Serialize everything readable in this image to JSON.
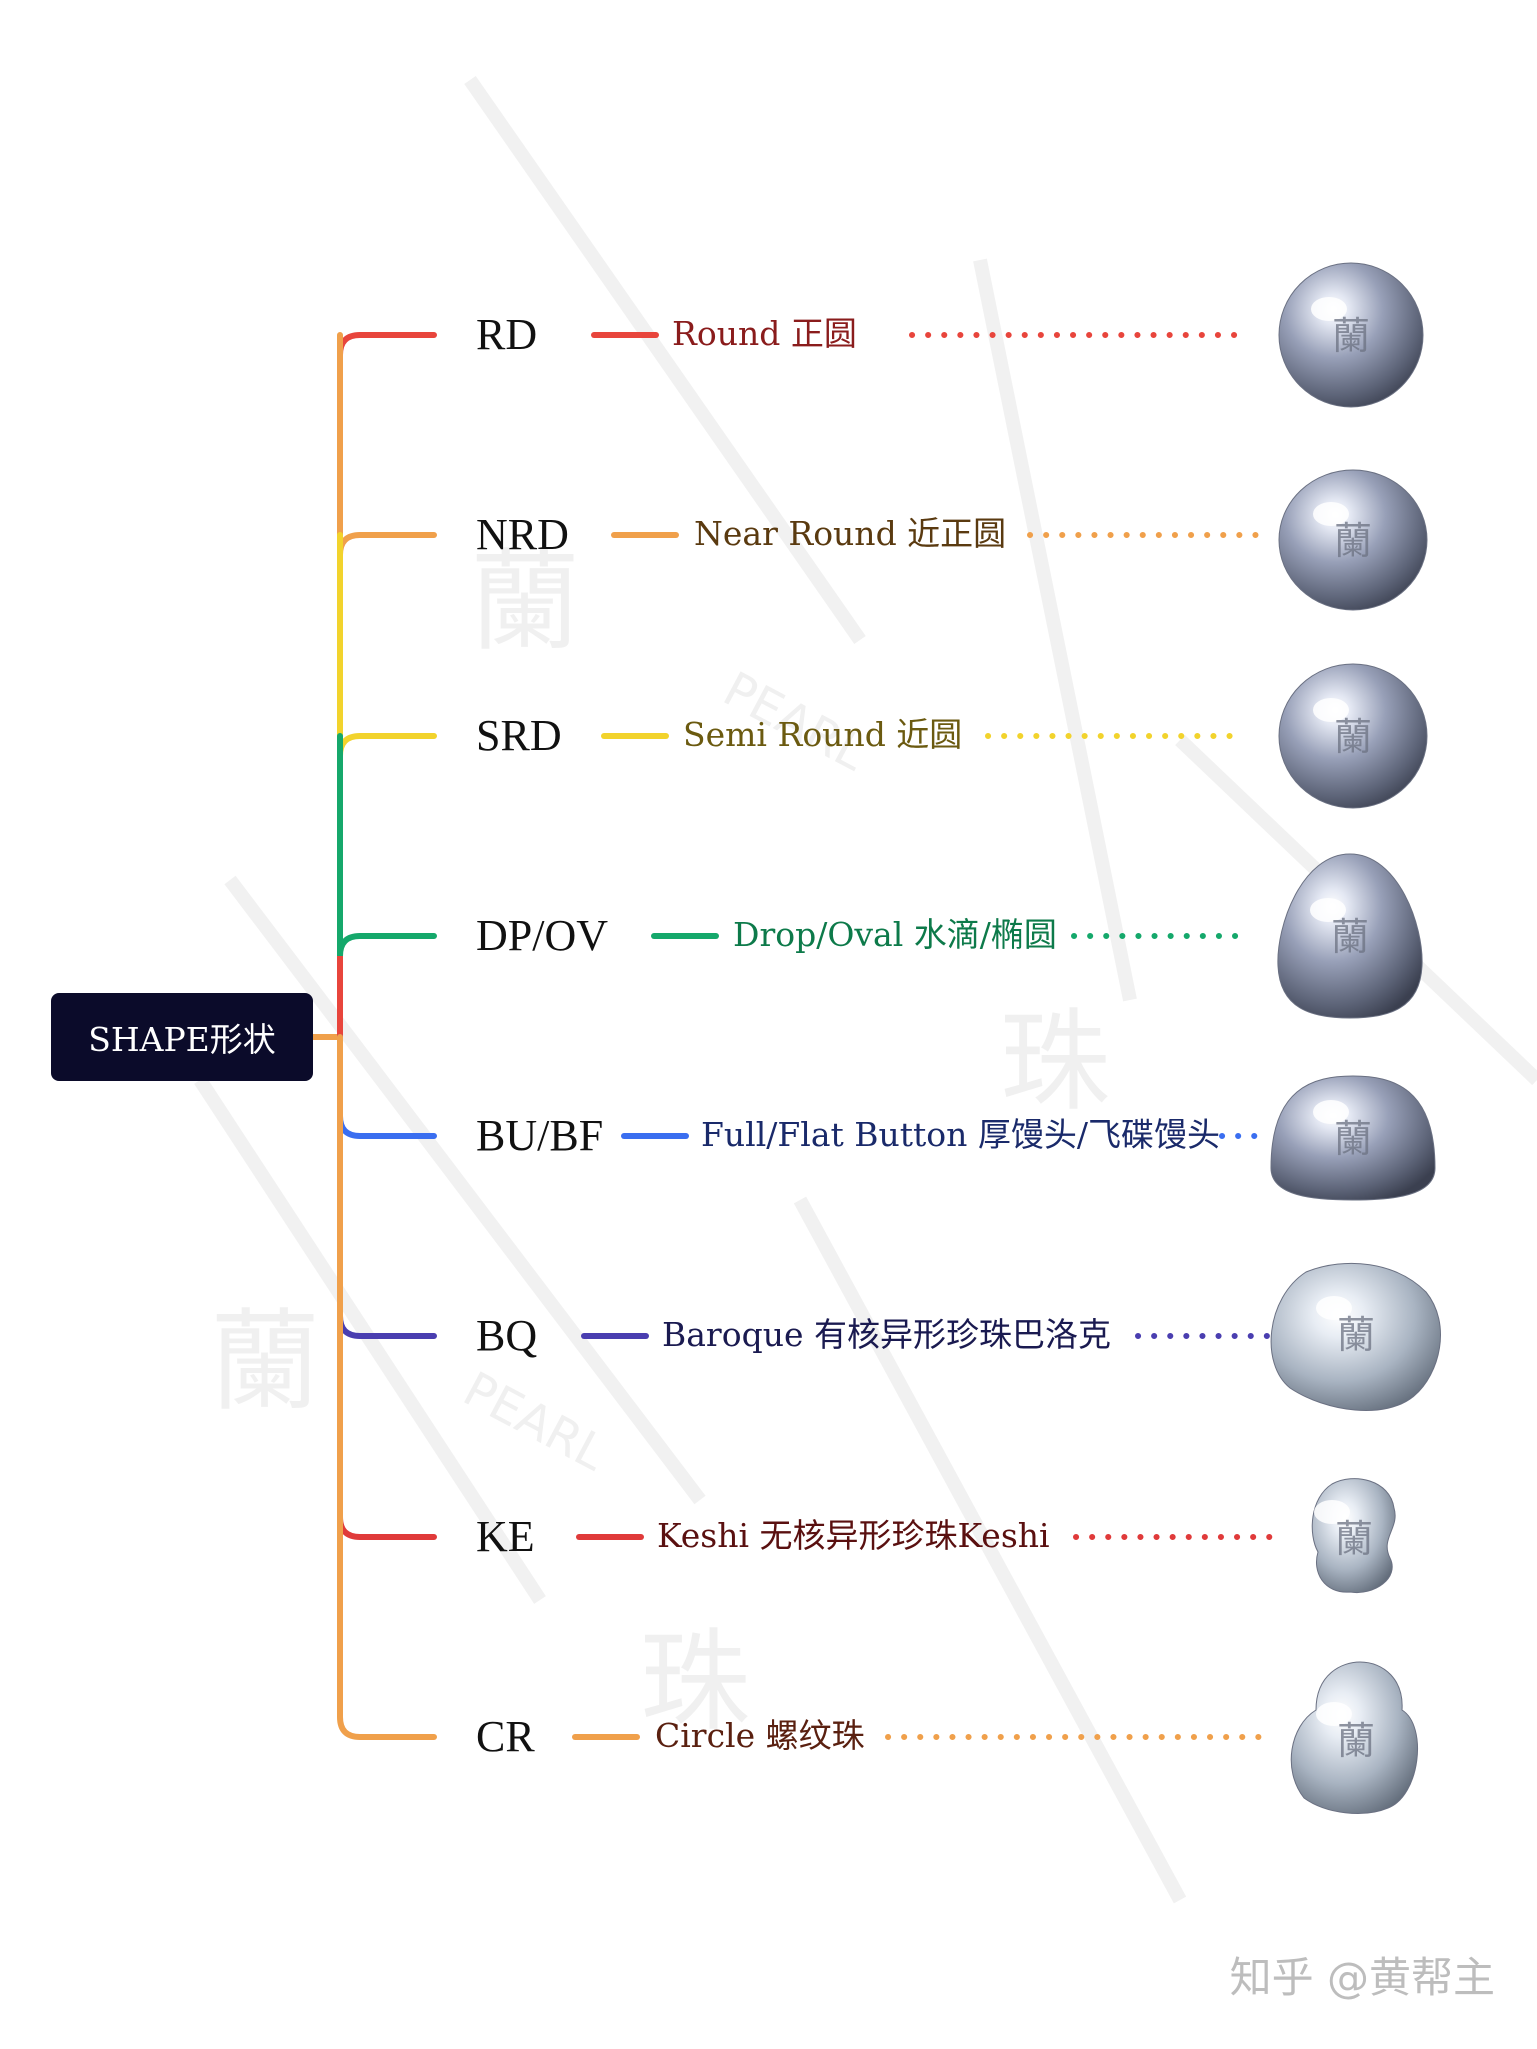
{
  "root": {
    "label": "SHAPE形状"
  },
  "branches": [
    {
      "code": "RD",
      "desc": "Round 正圆",
      "color": "#e8453c",
      "text_color": "#8a1c1c",
      "pearl": "round"
    },
    {
      "code": "NRD",
      "desc": "Near Round 近正圆",
      "color": "#f0a04b",
      "text_color": "#5a3a10",
      "pearl": "near-round"
    },
    {
      "code": "SRD",
      "desc": "Semi Round 近圆",
      "color": "#f2d32c",
      "text_color": "#6b5a10",
      "pearl": "semi-round"
    },
    {
      "code": "DP/OV",
      "desc": "Drop/Oval 水滴/椭圆",
      "color": "#15a86b",
      "text_color": "#0d7a4a",
      "pearl": "drop"
    },
    {
      "code": "BU/BF",
      "desc": "Full/Flat Button 厚馒头/飞碟馒头",
      "color": "#3a6ef0",
      "text_color": "#1a2a6a",
      "pearl": "button"
    },
    {
      "code": "BQ",
      "desc": "Baroque 有核异形珍珠巴洛克",
      "color": "#4a3eb0",
      "text_color": "#1a1a50",
      "pearl": "baroque"
    },
    {
      "code": "KE",
      "desc": "Keshi 无核异形珍珠Keshi",
      "color": "#e03a3a",
      "text_color": "#5a1010",
      "pearl": "keshi"
    },
    {
      "code": "CR",
      "desc": "Circle 螺纹珠",
      "color": "#f0a04b",
      "text_color": "#5a2010",
      "pearl": "circle"
    }
  ],
  "pearl_mark": "蘭",
  "background_watermark": [
    "蘭",
    "PEARL",
    "珠"
  ],
  "watermark": "知乎 @黄帮主"
}
